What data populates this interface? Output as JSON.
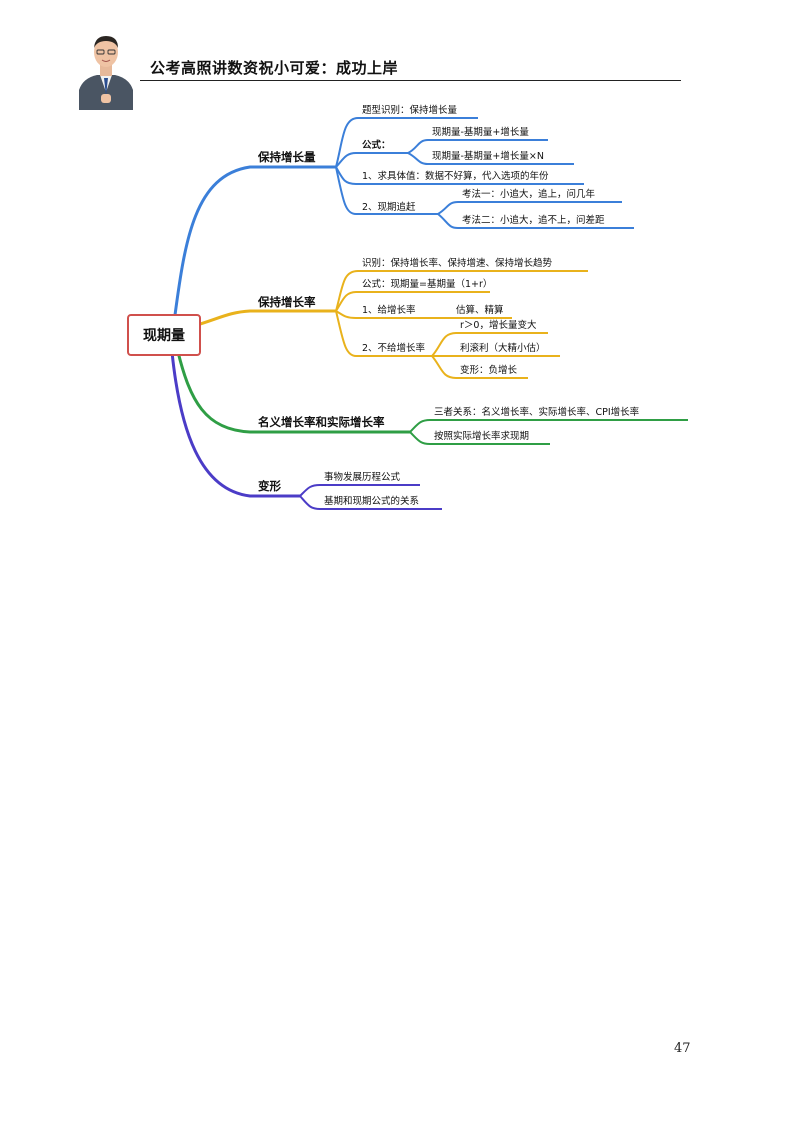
{
  "header": {
    "title": "公考高照讲数资祝小可爱：成功上岸",
    "avatar_icon": "presenter-photo-icon"
  },
  "mindmap": {
    "central": "现期量",
    "colors": {
      "blue": "#3b7fd9",
      "yellow": "#e9b21c",
      "green": "#2f9e45",
      "purple": "#4b3cc7",
      "central_border": "#d0504c"
    },
    "branches": [
      {
        "label": "保持增长量",
        "items": [
          {
            "label": "题型识别：保持增长量"
          },
          {
            "label": "公式：",
            "children": [
              "现期量-基期量+增长量",
              "现期量-基期量+增长量×N"
            ]
          },
          {
            "label": "1、求具体值：数据不好算，代入选项的年份"
          },
          {
            "label": "2、现期追赶",
            "children": [
              "考法一：小追大，追上，问几年",
              "考法二：小追大，追不上，问差距"
            ]
          }
        ]
      },
      {
        "label": "保持增长率",
        "items": [
          {
            "label": "识别：保持增长率、保持增速、保持增长趋势"
          },
          {
            "label": "公式：现期量=基期量（1+r）"
          },
          {
            "label": "1、给增长率",
            "children": [
              "估算、精算"
            ]
          },
          {
            "label": "2、不给增长率",
            "children": [
              "r＞0，增长量变大",
              "利滚利（大精小估）",
              "变形：负增长"
            ]
          }
        ]
      },
      {
        "label": "名义增长率和实际增长率",
        "items": [
          {
            "label": "三者关系：名义增长率、实际增长率、CPI增长率"
          },
          {
            "label": "按照实际增长率求现期"
          }
        ]
      },
      {
        "label": "变形",
        "items": [
          {
            "label": "事物发展历程公式"
          },
          {
            "label": "基期和现期公式的关系"
          }
        ]
      }
    ]
  },
  "footer": {
    "page_number": "47"
  }
}
